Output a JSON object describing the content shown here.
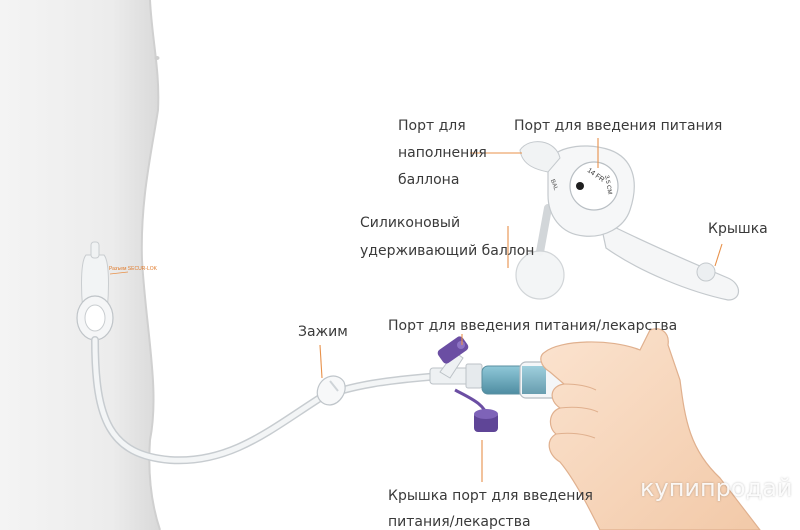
{
  "labels": {
    "fill_port": [
      "Порт для",
      "наполнения",
      "баллона"
    ],
    "feeding_port_top": "Порт для введения питания",
    "balloon": [
      "Силиконовый",
      "удерживающий баллон"
    ],
    "cap": "Крышка",
    "clamp": "Зажим",
    "feeding_med_port": "Порт для введения питания/лекарства",
    "port_cap": [
      "Крышка порт для введения",
      "питания/лекарства"
    ]
  },
  "device_text": {
    "size_mark": "14 FR",
    "length_mark": "3.5 CM",
    "bal_mark": "BAL",
    "connector_tiny": "Разъем SECUR-LOK"
  },
  "watermark": "купипродай",
  "colors": {
    "leader": "#e8914a",
    "label_text": "#3a3a3a",
    "purple": "#6b4ea3",
    "tube": "#e9ecef"
  }
}
